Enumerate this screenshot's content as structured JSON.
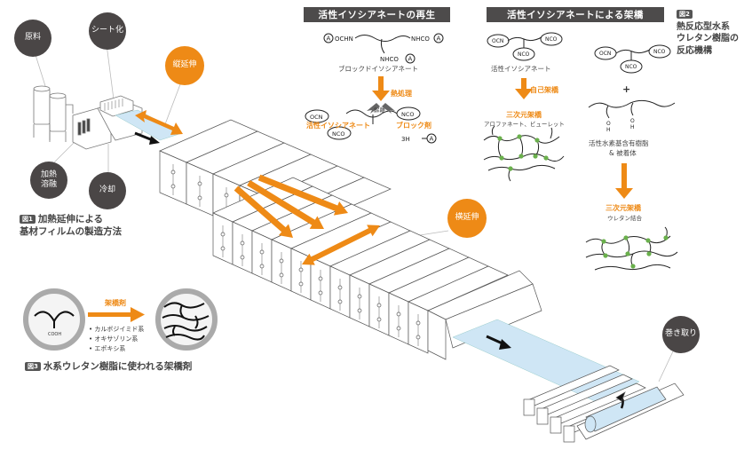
{
  "figure1": {
    "badge": "図1",
    "caption_line1": "加熱延伸による",
    "caption_line2": "基材フィルムの製造方法",
    "labels": {
      "raw_material": "原料",
      "sheet_forming": "シート化",
      "md_stretch": "縦延伸",
      "heat_melt_line1": "加熱",
      "heat_melt_line2": "溶融",
      "cooling": "冷却",
      "td_stretch": "横延伸",
      "winding": "巻き取り"
    }
  },
  "figure2": {
    "badge": "図2",
    "title_line1": "熱反応型水系",
    "title_line2": "ウレタン樹脂の",
    "title_line3": "反応機構",
    "regeneration": {
      "header": "活性イソシアネートの再生",
      "blocked_left": "A",
      "blocked_left_group": "OCHN",
      "blocked_right_group": "NHCO",
      "blocked_right": "A",
      "blocked_bottom_group": "NHCO",
      "blocked_bottom": "A",
      "blocked_name": "ブロックドイソシアネート",
      "heat_treatment": "熱処理",
      "dissociation": "解離",
      "active_iso": "活性イソシアネート",
      "blocking_agent": "ブロック剤",
      "blocking_formula": "3H",
      "blocking_A": "A",
      "nco_left": "OCN",
      "nco_right": "NCO",
      "nco_bottom": "NCO"
    },
    "crosslink": {
      "header": "活性イソシアネートによる架橋",
      "nco_left": "OCN",
      "nco_right": "NCO",
      "nco_bottom": "NCO",
      "active_iso": "活性イソシアネート",
      "self_crosslink": "自己架橋",
      "three_d_crosslink": "三次元架橋",
      "allophanate": "アロファネート、ビューレット",
      "plus": "+",
      "oh1_o": "O",
      "oh1_h": "H",
      "oh2_o": "O",
      "oh2_h": "H",
      "resin_line1": "活性水素基含有樹脂",
      "resin_line2": "& 被着体",
      "three_d_crosslink_2": "三次元架橋",
      "urethane_bond": "ウレタン結合"
    }
  },
  "figure3": {
    "badge": "図3",
    "caption": "水系ウレタン樹脂に使われる架橋剤",
    "arrow_label": "架橋剤",
    "cooh": "COOH",
    "agents": [
      "カルボジイミド系",
      "オキサゾリン系",
      "エポキシ系"
    ]
  },
  "colors": {
    "orange": "#ee8a16",
    "dark_circle": "#4a4646",
    "header_bar": "#4d4b4b",
    "film_blue": "#cfe6f5",
    "node_green": "#6ab04c"
  }
}
